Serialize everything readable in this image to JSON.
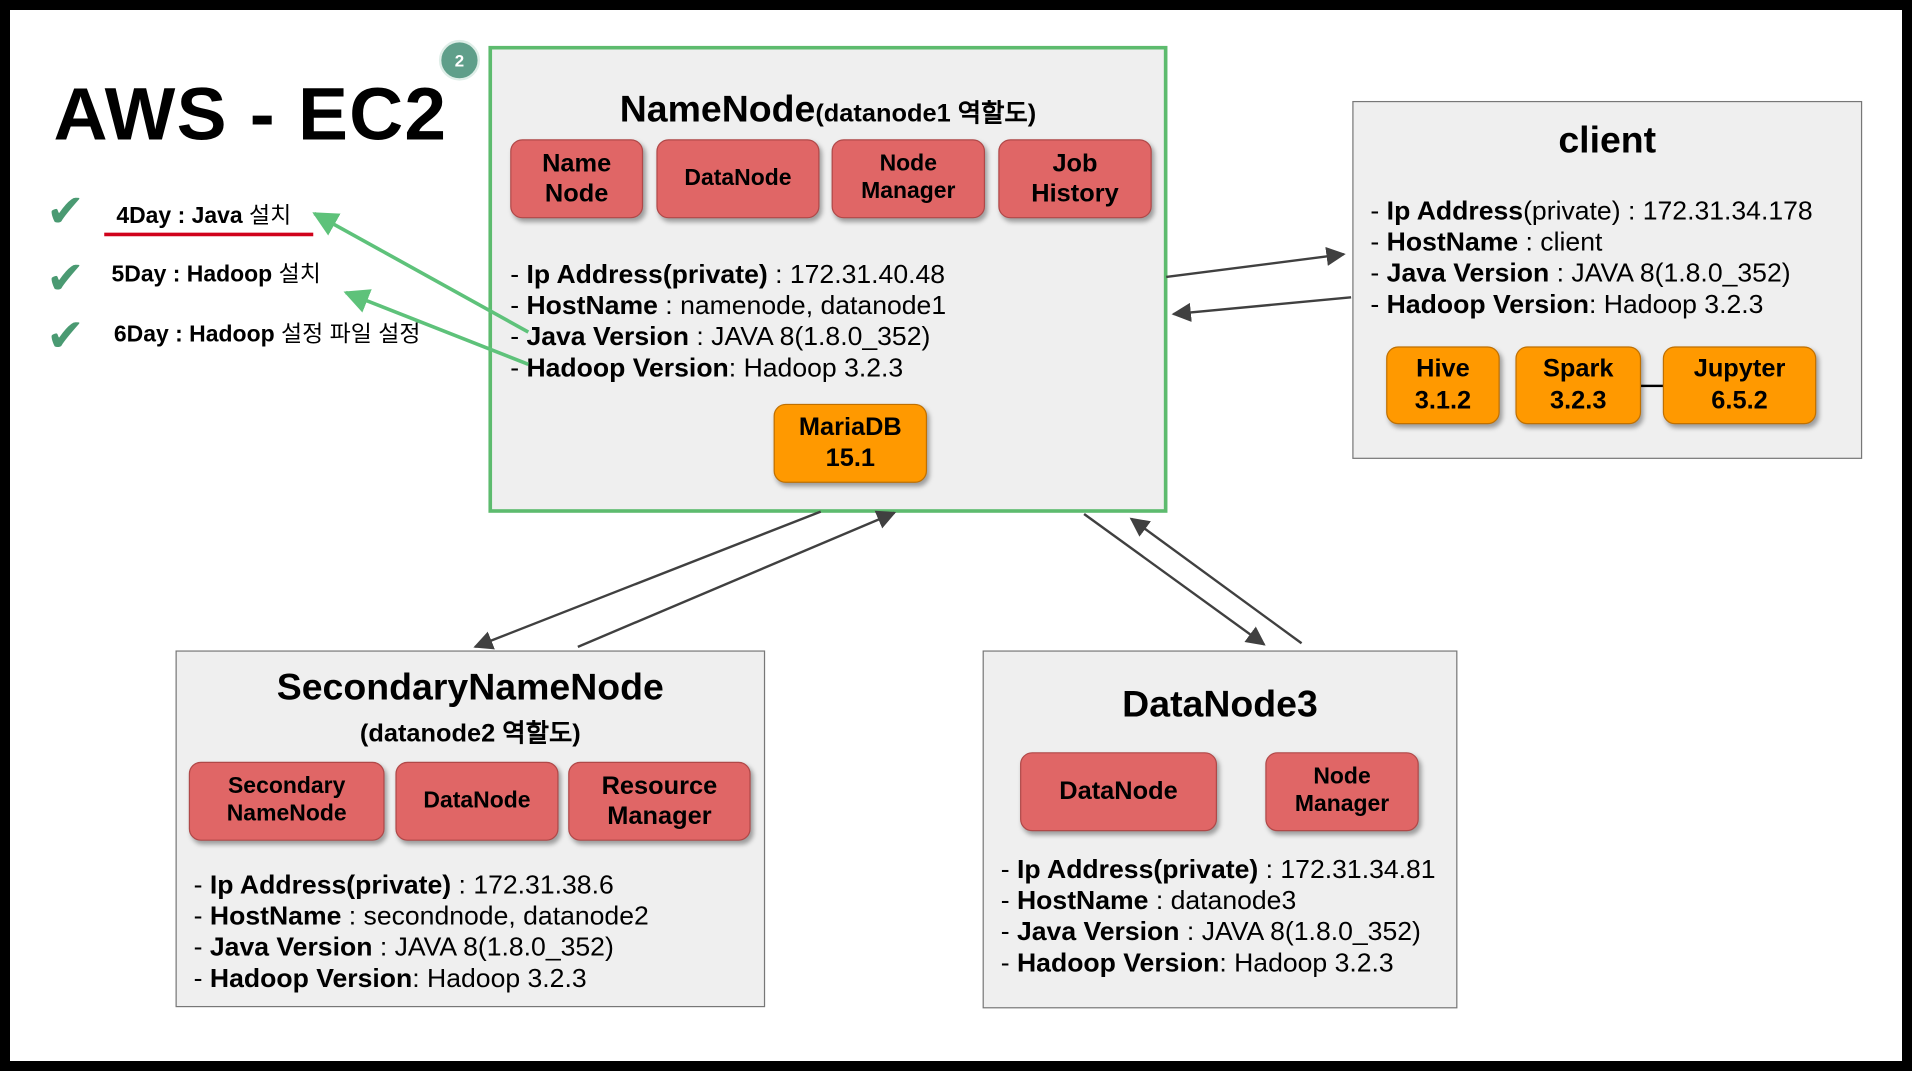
{
  "title": "AWS - EC2",
  "badge": "2",
  "checklist": [
    {
      "day": "4Day : Java",
      "kr": "설치"
    },
    {
      "day": "5Day : Hadoop",
      "kr": "설치"
    },
    {
      "day": "6Day : Hadoop",
      "kr": "설정 파일 설정"
    }
  ],
  "namenode": {
    "title": "NameNode",
    "subtitle": "(datanode1 역할도)",
    "services": [
      "Name\nNode",
      "DataNode",
      "Node\nManager",
      "Job\nHistory"
    ],
    "ip_label": "Ip Address(private)",
    "ip": " : 172.31.40.48",
    "host_label": "HostName",
    "host": " : namenode, datanode1",
    "java_label": "Java Version",
    "java": " : JAVA 8(1.8.0_352)",
    "hadoop_label": "Hadoop Version",
    "hadoop": ": Hadoop 3.2.3",
    "db": "MariaDB\n15.1"
  },
  "client": {
    "title": "client",
    "ip_label": "Ip Address",
    "ip_suffix": "(private) : 172.31.34.178",
    "host_label": "HostName",
    "host": " : client",
    "java_label": "Java Version",
    "java": " : JAVA 8(1.8.0_352)",
    "hadoop_label": "Hadoop Version",
    "hadoop": ": Hadoop 3.2.3",
    "tools": [
      "Hive\n3.1.2",
      "Spark\n3.2.3",
      "Jupyter\n6.5.2"
    ]
  },
  "secondary": {
    "title": "SecondaryNameNode",
    "subtitle": "(datanode2 역할도)",
    "services": [
      "Secondary\nNameNode",
      "DataNode",
      "Resource\nManager"
    ],
    "ip_label": "Ip Address(private)",
    "ip": " : 172.31.38.6",
    "host_label": "HostName",
    "host": " : secondnode, datanode2",
    "java_label": "Java Version",
    "java": " : JAVA 8(1.8.0_352)",
    "hadoop_label": "Hadoop Version",
    "hadoop": ": Hadoop 3.2.3"
  },
  "datanode3": {
    "title": "DataNode3",
    "services": [
      "DataNode",
      "Node\nManager"
    ],
    "ip_label": "Ip Address(private)",
    "ip": " : 172.31.34.81",
    "host_label": "HostName",
    "host": " : datanode3",
    "java_label": "Java Version",
    "java": " : JAVA 8(1.8.0_352)",
    "hadoop_label": "Hadoop Version",
    "hadoop": ": Hadoop 3.2.3"
  },
  "colors": {
    "service_red": "#e06666",
    "tool_orange": "#ff9900",
    "namenode_border": "#5dbb6e",
    "check_green": "#4a9a72",
    "underline_red": "#d0021b"
  }
}
